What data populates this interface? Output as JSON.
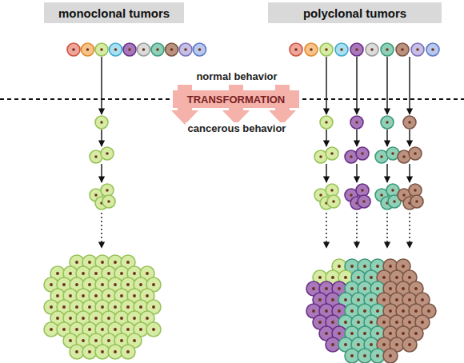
{
  "diagram": {
    "nodes": [
      {
        "text": [
          "monoclonal tumors"
        ]
      },
      {
        "text": [
          "polyclonal tumors"
        ]
      },
      {
        "text": [
          "TRANSFORMATION"
        ]
      }
    ],
    "labels": [
      "normal behavior",
      "cancerous behavior"
    ]
  }
}
